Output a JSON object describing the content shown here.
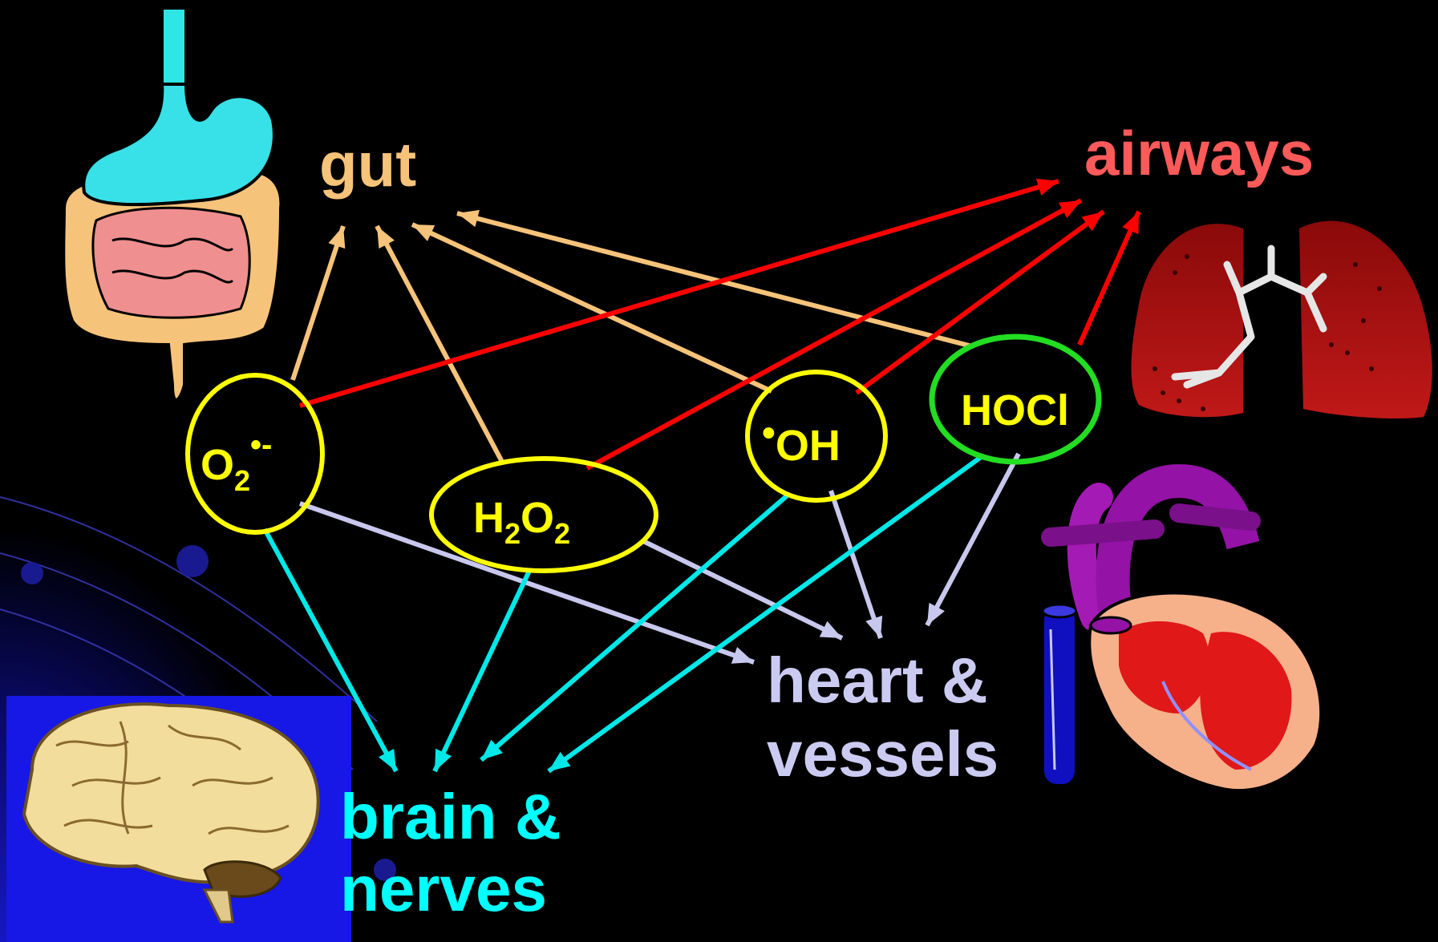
{
  "organs": {
    "gut": "gut",
    "airways": "airways",
    "heart_line1": "heart &",
    "heart_line2": "vessels",
    "brain_line1": "brain &",
    "brain_line2": "nerves"
  },
  "species": {
    "superoxide": {
      "base": "O",
      "sub": "2",
      "sup": "•-"
    },
    "peroxide": {
      "p1": "H",
      "s1": "2",
      "p2": "O",
      "s2": "2"
    },
    "hydroxyl": {
      "dot": "•",
      "text": "OH"
    },
    "hypochlorous": "HOCl"
  },
  "colors": {
    "gut": "#f6c37a",
    "airways": "#ff5a5a",
    "heart": "#cbcbf2",
    "brain": "#00ffff",
    "species_ring": "#ffff00",
    "hocl_ring": "#22dd22",
    "arrow_gut": "#f6c37a",
    "arrow_airways": "#ff0000",
    "arrow_heart": "#c8c8ee",
    "arrow_brain": "#00e8e8"
  },
  "edges": [
    {
      "from": "superoxide",
      "to": "gut",
      "color": "arrow_gut"
    },
    {
      "from": "peroxide",
      "to": "gut",
      "color": "arrow_gut"
    },
    {
      "from": "hydroxyl",
      "to": "gut",
      "color": "arrow_gut"
    },
    {
      "from": "hypochlorous",
      "to": "gut",
      "color": "arrow_gut"
    },
    {
      "from": "superoxide",
      "to": "airways",
      "color": "arrow_airways"
    },
    {
      "from": "peroxide",
      "to": "airways",
      "color": "arrow_airways"
    },
    {
      "from": "hydroxyl",
      "to": "airways",
      "color": "arrow_airways"
    },
    {
      "from": "hypochlorous",
      "to": "airways",
      "color": "arrow_airways"
    },
    {
      "from": "superoxide",
      "to": "heart",
      "color": "arrow_heart"
    },
    {
      "from": "peroxide",
      "to": "heart",
      "color": "arrow_heart"
    },
    {
      "from": "hydroxyl",
      "to": "heart",
      "color": "arrow_heart"
    },
    {
      "from": "hypochlorous",
      "to": "heart",
      "color": "arrow_heart"
    },
    {
      "from": "superoxide",
      "to": "brain",
      "color": "arrow_brain"
    },
    {
      "from": "peroxide",
      "to": "brain",
      "color": "arrow_brain"
    },
    {
      "from": "hydroxyl",
      "to": "brain",
      "color": "arrow_brain"
    },
    {
      "from": "hypochlorous",
      "to": "brain",
      "color": "arrow_brain"
    }
  ]
}
